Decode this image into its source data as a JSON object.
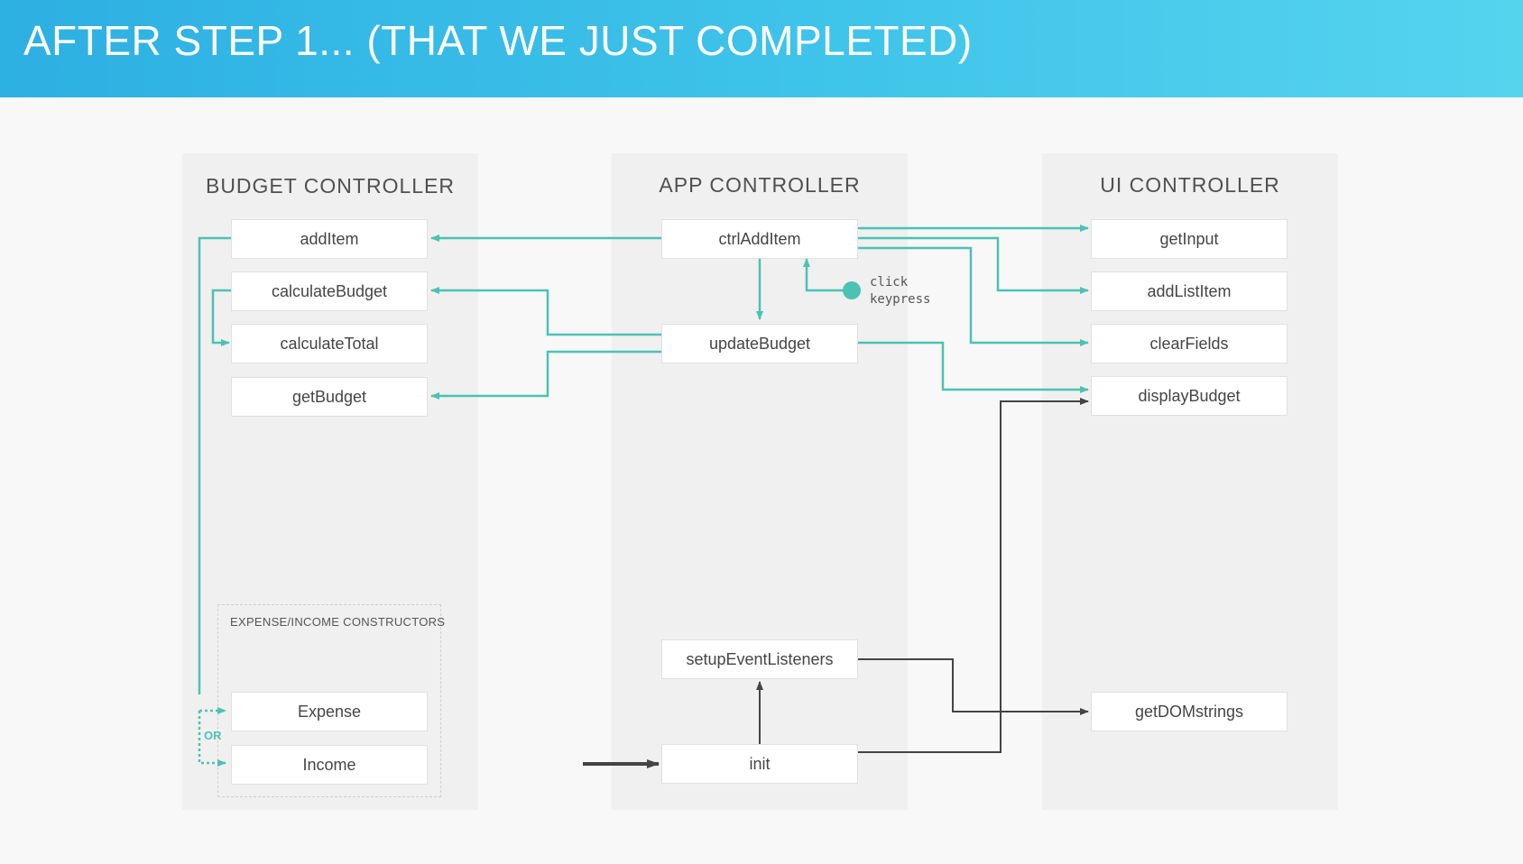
{
  "header": {
    "title": "AFTER STEP 1... (THAT WE JUST COMPLETED)"
  },
  "columns": {
    "budget": {
      "title": "BUDGET CONTROLLER",
      "items": [
        "addItem",
        "calculateBudget",
        "calculateTotal",
        "getBudget"
      ],
      "constructors": {
        "label": "EXPENSE/INCOME CONSTRUCTORS",
        "items": [
          "Expense",
          "Income"
        ],
        "or_label": "OR"
      }
    },
    "app": {
      "title": "APP CONTROLLER",
      "items": [
        "ctrlAddItem",
        "updateBudget",
        "setupEventListeners",
        "init"
      ],
      "event": {
        "click": "click",
        "keypress": "keypress"
      }
    },
    "ui": {
      "title": "UI CONTROLLER",
      "items": [
        "getInput",
        "addListItem",
        "clearFields",
        "displayBudget",
        "getDOMstrings"
      ]
    }
  },
  "colors": {
    "header_start": "#2db0e2",
    "header_end": "#55d4ee",
    "teal": "#4cc2b4",
    "dark": "#444444"
  }
}
